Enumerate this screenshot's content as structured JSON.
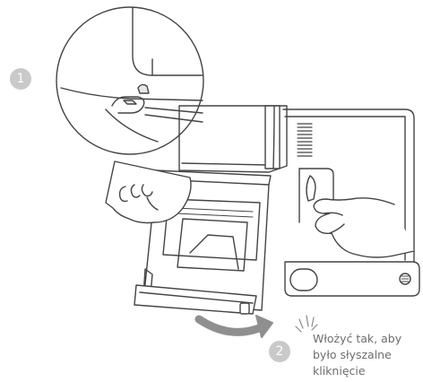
{
  "steps": {
    "step1": "1",
    "step2": "2"
  },
  "caption": {
    "line1": "Włożyć tak, aby",
    "line2": "było słyszalne",
    "line3": "kliknięcie"
  },
  "colors": {
    "line": "#444444",
    "light_line": "#8a8a8a",
    "arrow": "#8f8f8f",
    "badge": "#c9c9c9",
    "text": "#6e6e6e"
  },
  "icons": {
    "insert_arrow": "curved-arrow-icon",
    "click_sound": "click-sound-icon"
  }
}
